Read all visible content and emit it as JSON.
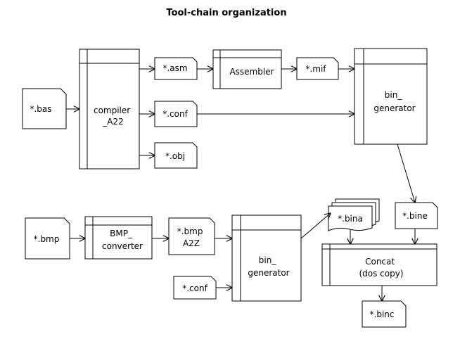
{
  "title": "Tool-chain organization",
  "files": {
    "bas": "*.bas",
    "asm": "*.asm",
    "conf_top": "*.conf",
    "obj": "*.obj",
    "mif": "*.mif",
    "bmp": "*.bmp",
    "bmp_a2z": [
      "*.bmp",
      "A2Z"
    ],
    "conf_bottom": "*.conf",
    "bina": "*.bina",
    "bine": "*.bine",
    "binc": "*.binc"
  },
  "processes": {
    "compiler": [
      "compiler",
      "_A22"
    ],
    "assembler": "Assembler",
    "bin_generator_top": [
      "bin_",
      "generator"
    ],
    "bmp_converter": [
      "BMP_",
      "converter"
    ],
    "bin_generator_bottom": [
      "bin_",
      "generator"
    ],
    "concat": [
      "Concat",
      "(dos copy)"
    ]
  }
}
